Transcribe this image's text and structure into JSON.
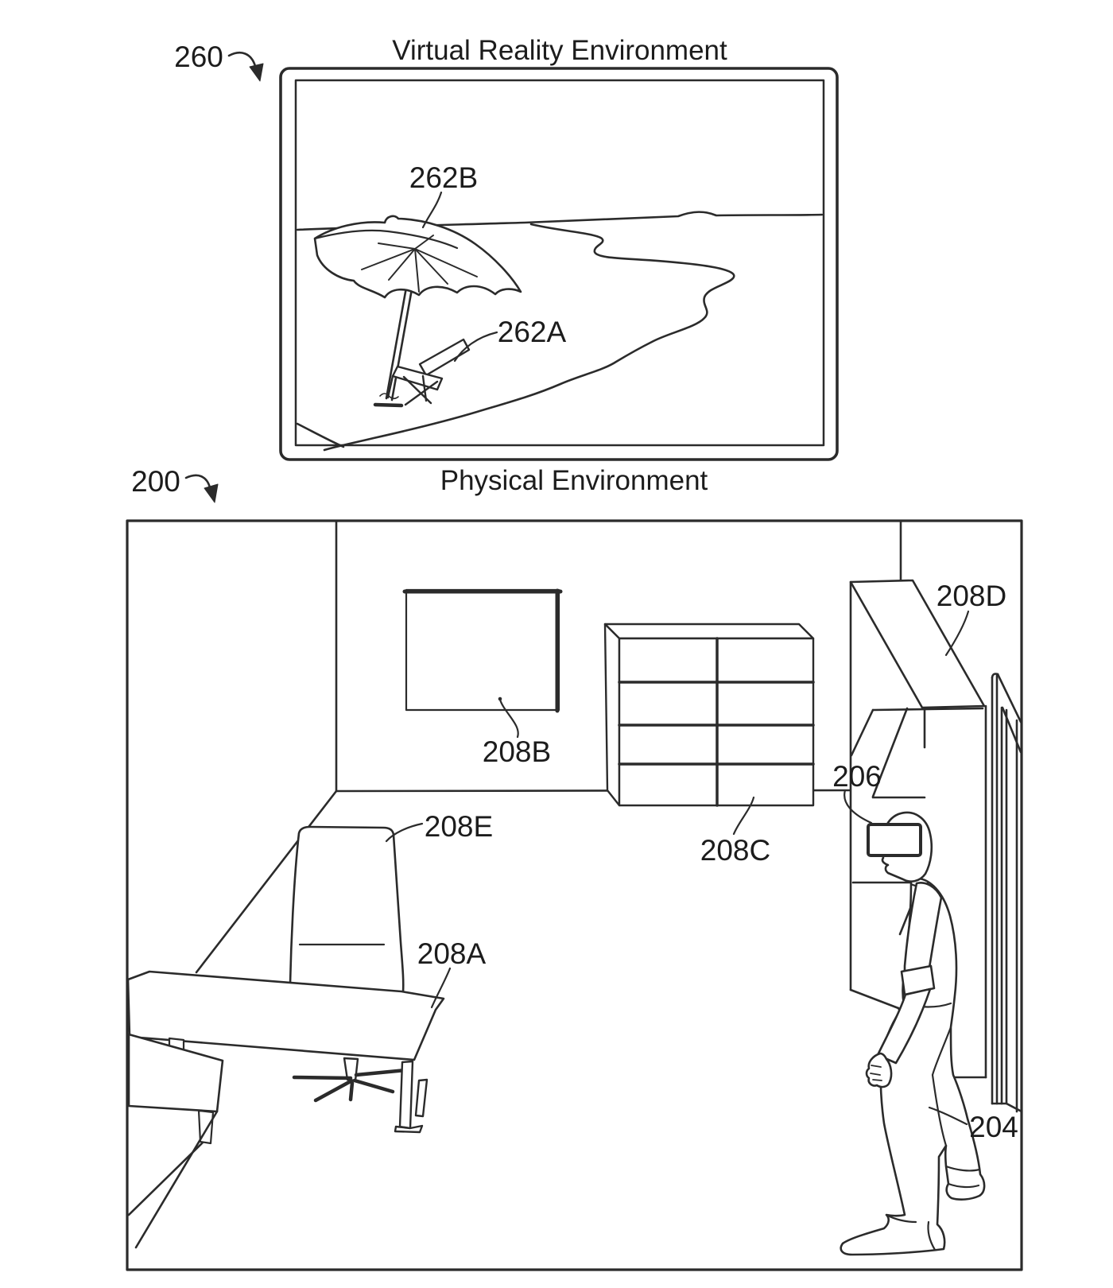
{
  "vr_panel": {
    "ref": "260",
    "title": "Virtual Reality Environment",
    "items": {
      "beach_umbrella": "262B",
      "beach_chair": "262A"
    }
  },
  "physical_panel": {
    "ref": "200",
    "title": "Physical Environment",
    "items": {
      "desk": "208A",
      "wall_picture": "208B",
      "shelving_unit": "208C",
      "bookcase": "208D",
      "office_chair": "208E",
      "vr_headset": "206",
      "user": "204"
    }
  },
  "colors": {
    "line": "#2b2b2b",
    "text": "#1c1c1c",
    "background": "#ffffff"
  }
}
